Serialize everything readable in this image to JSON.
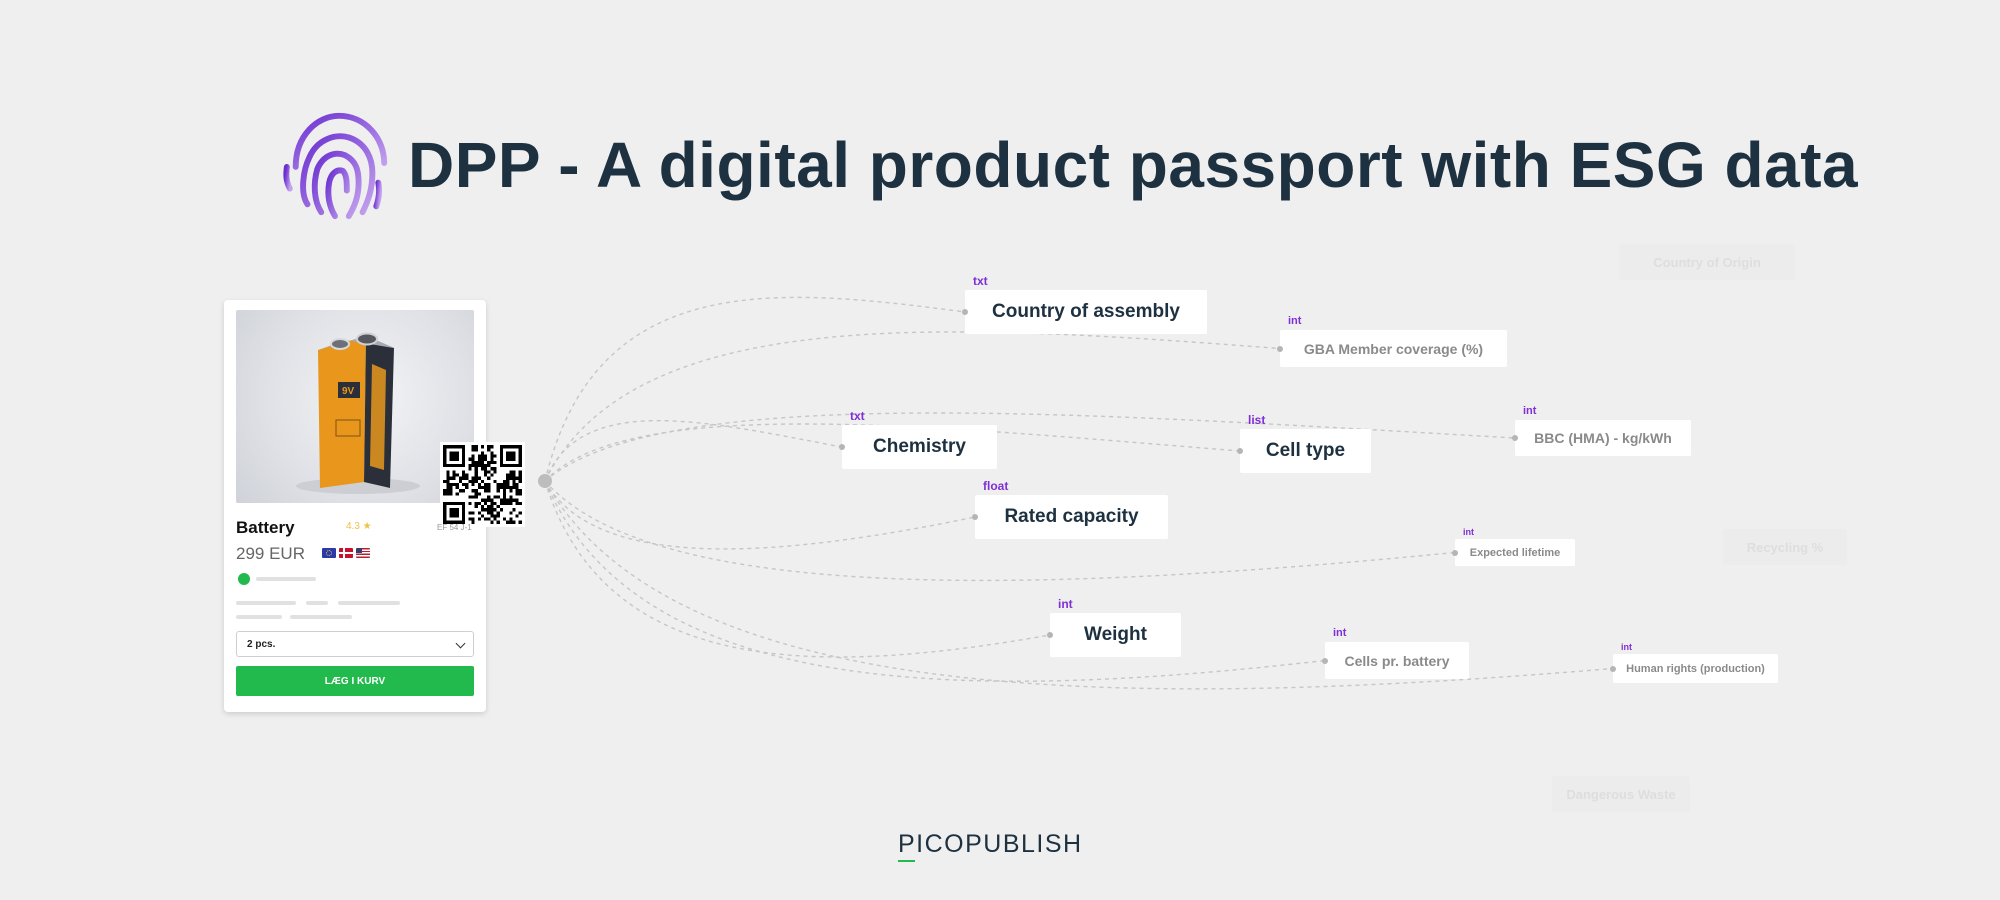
{
  "title": "DPP - A digital product passport with ESG data",
  "product": {
    "name": "Battery",
    "rating": "4.3 ★",
    "price": "299 EUR",
    "quantity": "2 pcs.",
    "cart_button": "LÆG I KURV",
    "qr_caption": "EF 54 J-1"
  },
  "attributes": [
    {
      "id": "country-of-assembly",
      "label": "Country of assembly",
      "type": "txt",
      "level": 1
    },
    {
      "id": "gba-member-coverage",
      "label": "GBA Member coverage (%)",
      "type": "int",
      "level": 2
    },
    {
      "id": "chemistry",
      "label": "Chemistry",
      "type": "txt",
      "level": 1
    },
    {
      "id": "cell-type",
      "label": "Cell type",
      "type": "list",
      "level": 1
    },
    {
      "id": "bbc-hma",
      "label": "BBC (HMA) - kg/kWh",
      "type": "int",
      "level": 2
    },
    {
      "id": "rated-capacity",
      "label": "Rated capacity",
      "type": "float",
      "level": 1
    },
    {
      "id": "expected-lifetime",
      "label": "Expected lifetime",
      "type": "int",
      "level": 3
    },
    {
      "id": "weight",
      "label": "Weight",
      "type": "int",
      "level": 1
    },
    {
      "id": "cells-pr-battery",
      "label": "Cells pr. battery",
      "type": "int",
      "level": 2
    },
    {
      "id": "human-rights",
      "label": "Human rights (production)",
      "type": "int",
      "level": 3
    }
  ],
  "faded_attributes": [
    {
      "id": "country-of-origin",
      "label": "Country of Origin"
    },
    {
      "id": "recycling-percent",
      "label": "Recycling %"
    },
    {
      "id": "dangerous-waste",
      "label": "Dangerous Waste"
    }
  ],
  "brand": "PICOPUBLISH",
  "colors": {
    "title": "#1d3140",
    "accent_purple": "#7f2fd6",
    "accent_green": "#22b94d",
    "background": "#efefef"
  },
  "icons": [
    "fingerprint-icon",
    "qr-code-icon",
    "chevron-down-icon",
    "battery-image"
  ]
}
